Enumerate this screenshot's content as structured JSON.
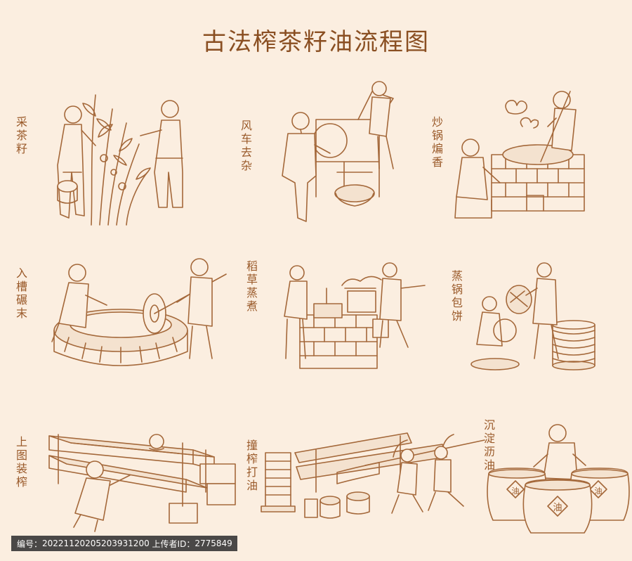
{
  "title": "古法榨茶籽油流程图",
  "steps": [
    {
      "label": "采茶籽"
    },
    {
      "label": "风车去杂"
    },
    {
      "label": "炒锅煸香"
    },
    {
      "label": "入槽碾末"
    },
    {
      "label": "稻草蒸煮"
    },
    {
      "label": "蒸锅包饼"
    },
    {
      "label": "上图装榨"
    },
    {
      "label": "撞榨打油"
    },
    {
      "label": "沉淀沥油"
    }
  ],
  "jar_text": "油",
  "footer": {
    "number_label": "编号：",
    "number_value": "20221120205203931200",
    "uploader_label": "上传者ID：",
    "uploader_value": "2775849"
  },
  "colors": {
    "background": "#fbeee0",
    "line": "#a4683a",
    "title": "#8a4f22"
  }
}
